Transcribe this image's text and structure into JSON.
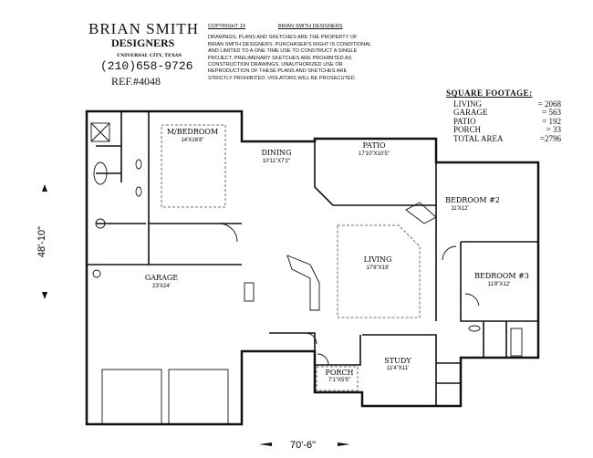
{
  "title_block": {
    "company_line1": "BRIAN SMITH",
    "company_line2": "DESIGNERS",
    "location": "UNIVERSAL CITY, TEXAS",
    "phone": "(210)658-9726",
    "reference": "REF.#4048"
  },
  "copyright": {
    "label": "COPYRIGHT 19",
    "holder": "BRIAN SMITH DESIGNERS",
    "notice": "DRAWINGS, PLANS AND SKETCHES ARE THE PROPERTY OF BRIAN SMITH DESIGNERS. PURCHASER'S RIGHT IS CONDITIONAL AND LIMITED TO A ONE TIME USE TO CONSTRUCT A SINGLE PROJECT. PRELIMENARY SKETCHES ARE PROHIBITED AS CONSTRUCTION DRAWINGS. UNAUTHORIZED USE OR REPRODUCTION OF THESE PLANS AND SKETCHES ARE STRICTLY PROHIBITED. VIOLATORS WILL BE PROSECUTED."
  },
  "square_footage": {
    "title": "SQUARE FOOTAGE:",
    "rows": [
      {
        "label": "LIVING",
        "value": "= 2068"
      },
      {
        "label": "GARAGE",
        "value": "= 563"
      },
      {
        "label": "PATIO",
        "value": "= 192"
      },
      {
        "label": "PORCH",
        "value": "= 33"
      },
      {
        "label": "TOTAL AREA",
        "value": "=2796"
      }
    ]
  },
  "rooms": {
    "master": {
      "name": "M/BEDROOM",
      "size": "14'X16'8\""
    },
    "dining": {
      "name": "DINING",
      "size": "10'11\"X7'2\""
    },
    "patio": {
      "name": "PATIO",
      "size": "17'10\"X10'5\""
    },
    "living": {
      "name": "LIVING",
      "size": "17'8\"X19'"
    },
    "garage": {
      "name": "GARAGE",
      "size": "23'X24'"
    },
    "bedroom2": {
      "name": "BEDROOM #2",
      "size": "11'X12'"
    },
    "bedroom3": {
      "name": "BEDROOM #3",
      "size": "11'8\"X12'"
    },
    "study": {
      "name": "STUDY",
      "size": "11'4\"X11'"
    },
    "porch": {
      "name": "PORCH",
      "size": "7'1\"X5'5\""
    }
  },
  "dimensions": {
    "depth": "48'-10\"",
    "width": "70'-6\""
  }
}
